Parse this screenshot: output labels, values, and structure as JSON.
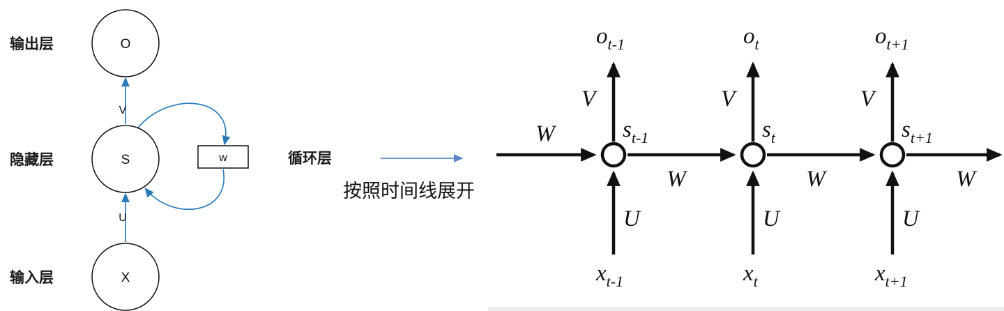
{
  "colors": {
    "accent_blue": "#2b7bb9",
    "arrow_blue": "#5b87ca",
    "ink": "#111111"
  },
  "left": {
    "output_layer_label": "输出层",
    "hidden_layer_label": "隐藏层",
    "input_layer_label": "输入层",
    "output_node": "O",
    "hidden_node": "S",
    "input_node": "X",
    "weight_box": "w",
    "v_label": "V",
    "u_label": "U"
  },
  "middle": {
    "recurrent_layer_label": "循环层",
    "unfold_label": "按照时间线展开"
  },
  "right": {
    "w_labels": [
      "W",
      "W",
      "W",
      "W"
    ],
    "units": [
      {
        "o": "o",
        "o_sub": "t-1",
        "v": "V",
        "s": "s",
        "s_sub": "t-1",
        "u": "U",
        "x": "x",
        "x_sub": "t-1"
      },
      {
        "o": "o",
        "o_sub": "t",
        "v": "V",
        "s": "s",
        "s_sub": "t",
        "u": "U",
        "x": "x",
        "x_sub": "t"
      },
      {
        "o": "o",
        "o_sub": "t+1",
        "v": "V",
        "s": "s",
        "s_sub": "t+1",
        "u": "U",
        "x": "x",
        "x_sub": "t+1"
      }
    ]
  }
}
